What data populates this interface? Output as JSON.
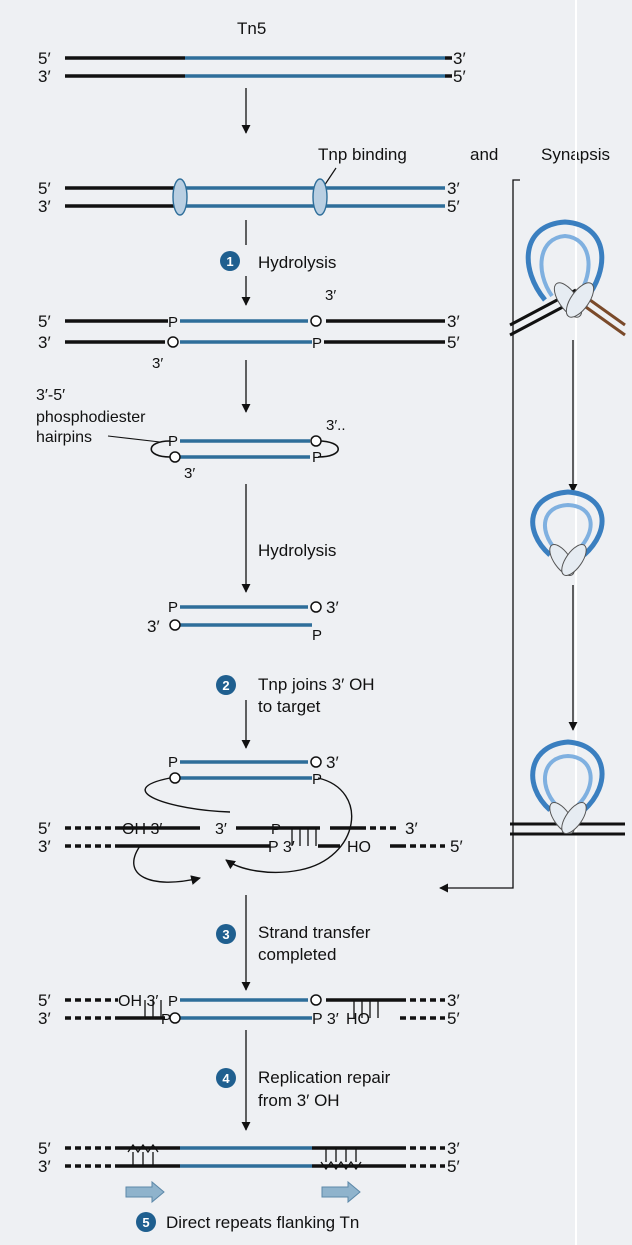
{
  "title": "Tn5",
  "labels": {
    "five": "5′",
    "three": "3′",
    "p": "P",
    "three_dots": "3′..",
    "oh3": "OH 3′",
    "ho": "HO",
    "p3": "P 3′",
    "three_five": "3′-5′",
    "phospho": "phosphodiester",
    "hairpins": "hairpins"
  },
  "header": {
    "tnp_binding": "Tnp binding",
    "and": "and",
    "synapsis": "Synapsis"
  },
  "steps": [
    {
      "num": "1",
      "text_1": "Hydrolysis",
      "text_2": ""
    },
    {
      "num": "",
      "text_1": "Hydrolysis",
      "text_2": ""
    },
    {
      "num": "2",
      "text_1": "Tnp joins 3′ OH",
      "text_2": "to target"
    },
    {
      "num": "3",
      "text_1": "Strand transfer",
      "text_2": "completed"
    },
    {
      "num": "4",
      "text_1": "Replication repair",
      "text_2": "from 3′ OH"
    },
    {
      "num": "5",
      "text_1": "Direct repeats flanking Tn",
      "text_2": ""
    }
  ],
  "colors": {
    "transposon": "#2e6e9a",
    "dna": "#111111",
    "step_circle": "#1f5f8f",
    "repeat_arrow": "#8fb3cc",
    "loop_outer": "#3a7fc0",
    "loop_inner": "#7fb0e0",
    "protein": "#b9cfe2",
    "background": "#eef0f3"
  }
}
